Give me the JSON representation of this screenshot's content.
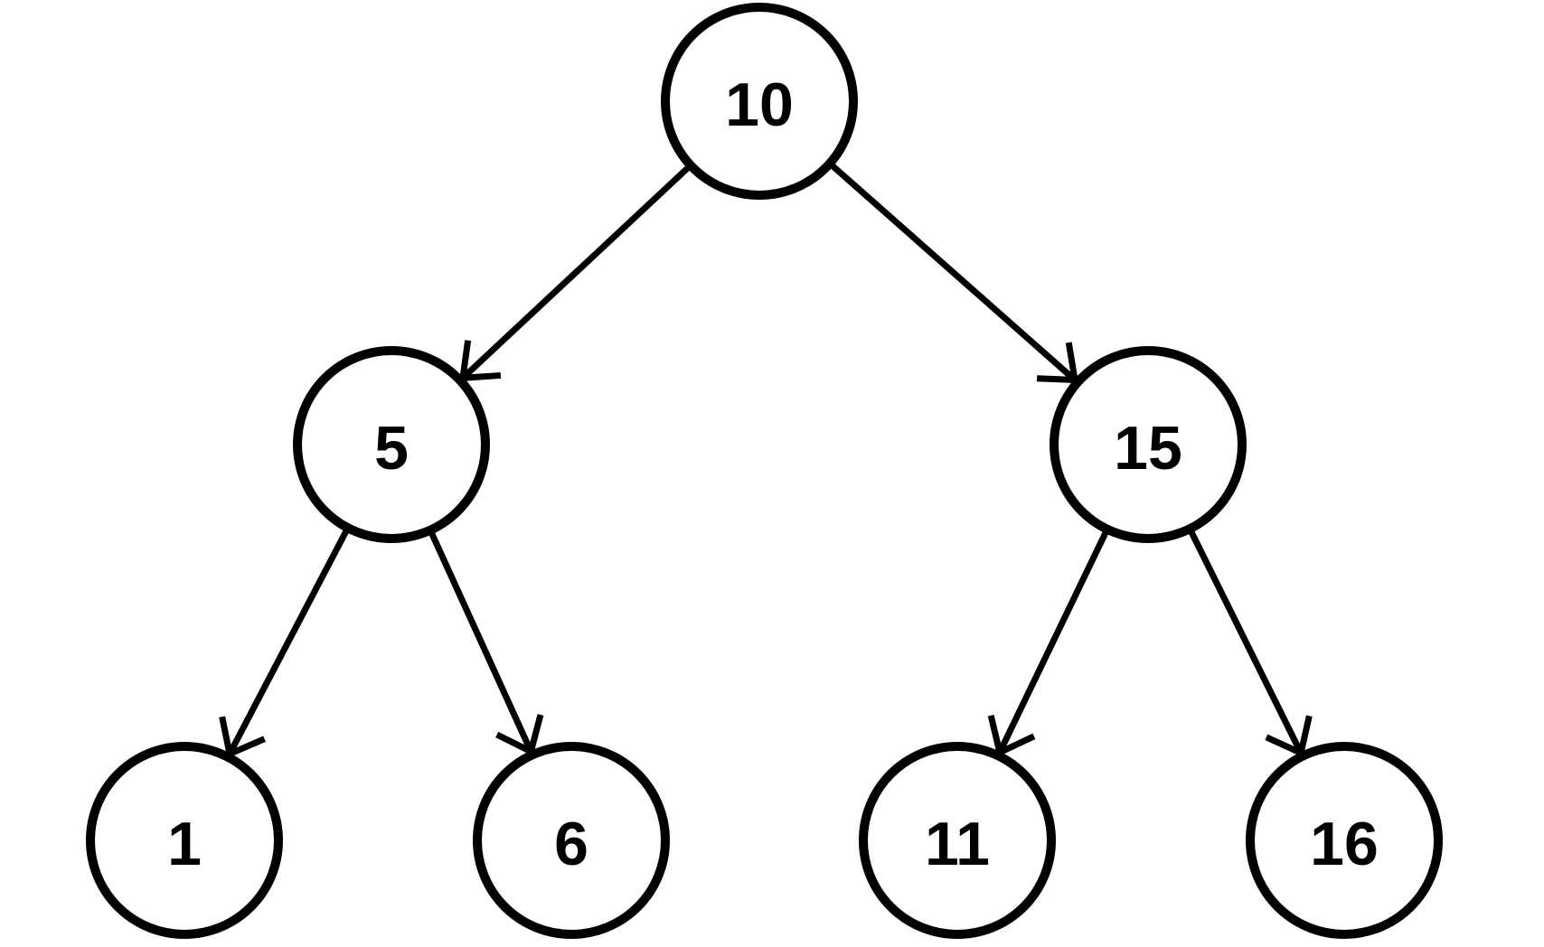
{
  "diagram": {
    "nodes": [
      {
        "id": "n10",
        "label": "10"
      },
      {
        "id": "n5",
        "label": "5"
      },
      {
        "id": "n15",
        "label": "15"
      },
      {
        "id": "n1",
        "label": "1"
      },
      {
        "id": "n6",
        "label": "6"
      },
      {
        "id": "n11",
        "label": "11"
      },
      {
        "id": "n16",
        "label": "16"
      }
    ],
    "edges": [
      {
        "from": "n10",
        "to": "n5"
      },
      {
        "from": "n10",
        "to": "n15"
      },
      {
        "from": "n5",
        "to": "n1"
      },
      {
        "from": "n5",
        "to": "n6"
      },
      {
        "from": "n15",
        "to": "n11"
      },
      {
        "from": "n15",
        "to": "n16"
      }
    ]
  }
}
